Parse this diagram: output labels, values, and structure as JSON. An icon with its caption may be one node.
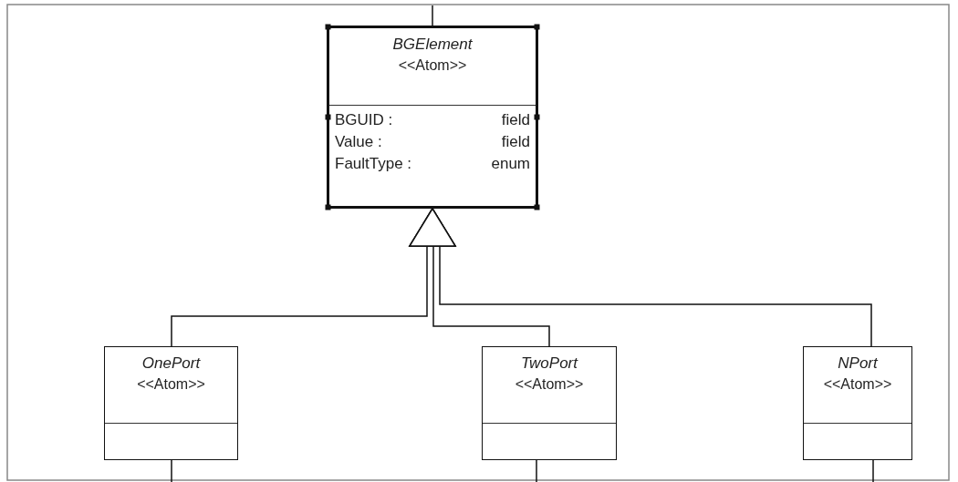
{
  "diagram": {
    "nodes": [
      {
        "text": [
          "BGElement",
          "<<Atom>>",
          "BGUID :",
          "field",
          "Value :",
          "field",
          "FaultType :",
          "enum"
        ]
      },
      {
        "text": [
          "OnePort",
          "<<Atom>>"
        ]
      },
      {
        "text": [
          "TwoPort",
          "<<Atom>>"
        ]
      },
      {
        "text": [
          "NPort",
          "<<Atom>>"
        ]
      }
    ],
    "edges": [
      {
        "from": 1,
        "to": 0,
        "arrow": "to"
      },
      {
        "from": 2,
        "to": 0,
        "arrow": "to"
      },
      {
        "from": 3,
        "to": 0,
        "arrow": "to"
      },
      {
        "from": null,
        "to": 0,
        "arrow": "none"
      },
      {
        "from": 1,
        "to": null,
        "arrow": "none"
      },
      {
        "from": 2,
        "to": null,
        "arrow": "none"
      },
      {
        "from": 3,
        "to": null,
        "arrow": "none"
      }
    ]
  }
}
